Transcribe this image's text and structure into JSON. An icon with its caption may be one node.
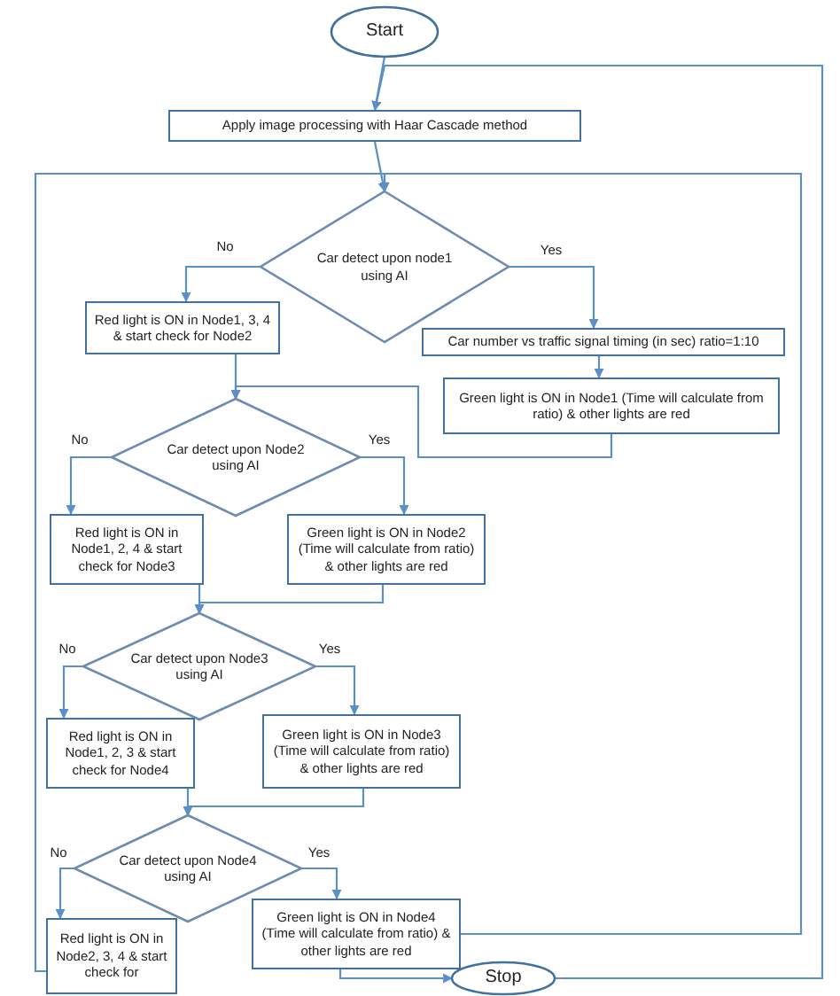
{
  "diagram": {
    "nodes": [
      {
        "text": [
          "Start"
        ]
      },
      {
        "text": [
          "Apply image processing with Haar Cascade method"
        ]
      },
      {
        "text": [
          "Car detect upon node1 using AI"
        ]
      },
      {
        "text": [
          "Red light is ON in Node1, 3, 4 & start check for Node2"
        ]
      },
      {
        "text": [
          "Car number vs traffic signal timing (in sec) ratio=1:10"
        ]
      },
      {
        "text": [
          "Green light is ON in Node1 (Time will calculate from ratio) & other lights are red"
        ]
      },
      {
        "text": [
          "Car detect upon Node2 using AI"
        ]
      },
      {
        "text": [
          "Red light is ON in Node1, 2, 4 & start check for Node3"
        ]
      },
      {
        "text": [
          "Green light is ON in Node2 (Time will calculate from ratio) & other lights are red"
        ]
      },
      {
        "text": [
          "Car detect upon Node3 using AI"
        ]
      },
      {
        "text": [
          "Red light is ON in Node1, 2, 3 & start check for Node4"
        ]
      },
      {
        "text": [
          "Green light is ON in Node3 (Time will calculate from ratio) & other lights are red"
        ]
      },
      {
        "text": [
          "Car detect upon Node4 using AI"
        ]
      },
      {
        "text": [
          "Red light is ON in Node2, 3, 4 & start check for"
        ]
      },
      {
        "text": [
          "Green light is ON in Node4 (Time will calculate from ratio) & other lights are red"
        ]
      },
      {
        "text": [
          "Stop"
        ]
      }
    ],
    "edges": [
      {
        "from": 0,
        "to": 1,
        "arrow": "to"
      },
      {
        "from": 1,
        "to": 2,
        "arrow": "to"
      },
      {
        "from": 2,
        "to": 3,
        "arrow": "to",
        "label": "No"
      },
      {
        "from": 2,
        "to": 4,
        "arrow": "to",
        "label": "Yes"
      },
      {
        "from": 4,
        "to": 5,
        "arrow": "to"
      },
      {
        "from": 5,
        "to": 6,
        "arrow": "to"
      },
      {
        "from": 3,
        "to": 6,
        "arrow": "to"
      },
      {
        "from": 6,
        "to": 7,
        "arrow": "to",
        "label": "No"
      },
      {
        "from": 6,
        "to": 8,
        "arrow": "to",
        "label": "Yes"
      },
      {
        "from": 8,
        "to": 9,
        "arrow": "to"
      },
      {
        "from": 7,
        "to": 9,
        "arrow": "to"
      },
      {
        "from": 9,
        "to": 10,
        "arrow": "to",
        "label": "No"
      },
      {
        "from": 9,
        "to": 11,
        "arrow": "to",
        "label": "Yes"
      },
      {
        "from": 11,
        "to": 12,
        "arrow": "to"
      },
      {
        "from": 10,
        "to": 12,
        "arrow": "to"
      },
      {
        "from": 12,
        "to": 13,
        "arrow": "to",
        "label": "No"
      },
      {
        "from": 12,
        "to": 14,
        "arrow": "to",
        "label": "Yes"
      },
      {
        "from": 14,
        "to": 15,
        "arrow": "to"
      },
      {
        "from": 14,
        "to": 2,
        "arrow": "to"
      },
      {
        "from": 13,
        "to": 2,
        "arrow": "to"
      },
      {
        "from": 15,
        "to": 1,
        "arrow": "to"
      }
    ]
  }
}
